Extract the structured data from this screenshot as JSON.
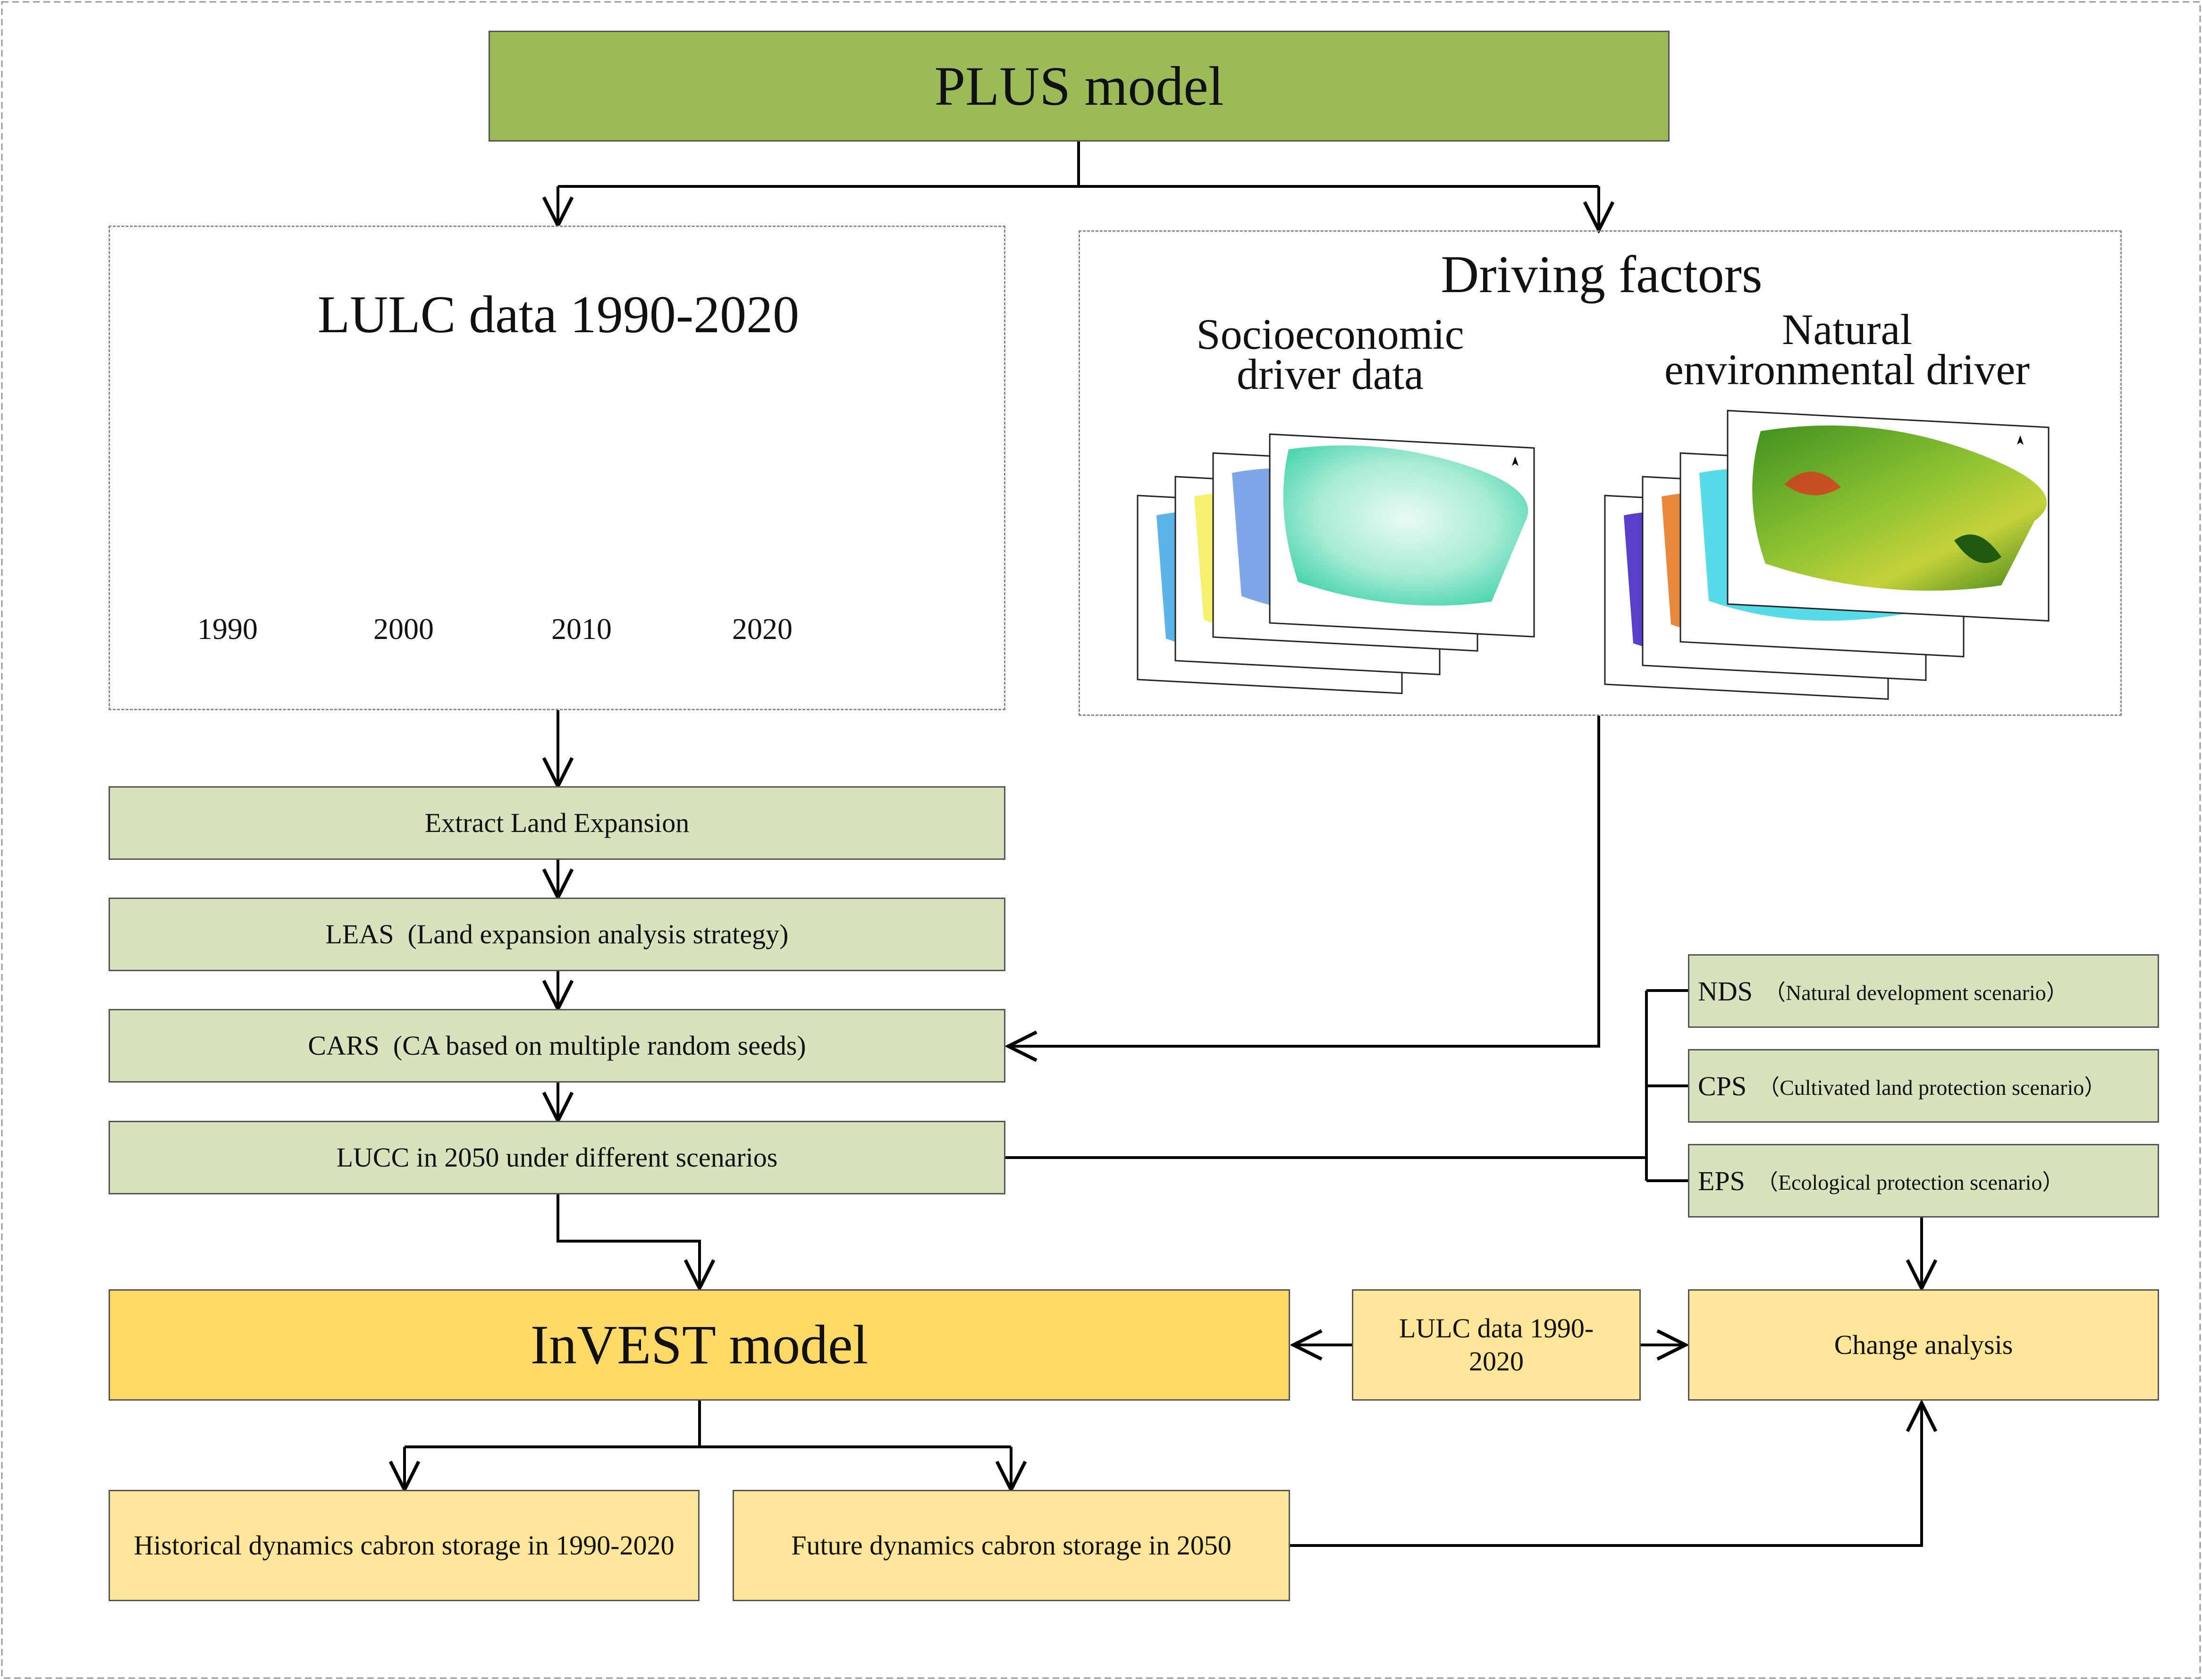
{
  "plus": {
    "title": "PLUS model"
  },
  "lulc": {
    "title": "LULC data 1990-2020",
    "years": [
      "1990",
      "2000",
      "2010",
      "2020"
    ]
  },
  "driving": {
    "title": "Driving factors",
    "socio": [
      "Socioeconomic",
      "driver data"
    ],
    "natural": [
      "Natural",
      "environmental driver"
    ]
  },
  "steps": [
    "Extract Land Expansion",
    "LEAS  (Land expansion analysis strategy)",
    "CARS  (CA based on multiple random seeds)",
    "LUCC in 2050 under different scenarios"
  ],
  "scenarios": [
    {
      "code": "NDS",
      "name": "（Natural development scenario）"
    },
    {
      "code": "CPS",
      "name": "（Cultivated land protection scenario）"
    },
    {
      "code": "EPS",
      "name": "（Ecological protection scenario）"
    }
  ],
  "invest": {
    "title": "InVEST model"
  },
  "lulc_small": "LULC data 1990-2020",
  "change": "Change analysis",
  "historical": "Historical dynamics cabron storage in 1990-2020",
  "future": "Future dynamics cabron storage in 2050",
  "colors": {
    "plus": "#9bbb59",
    "step": "#d6e3bc",
    "invest": "#ffd966",
    "output": "#ffe699",
    "builtup": "#e8261c",
    "forest": "#4ca22a",
    "cropland": "#f2dfb4",
    "water": "#cfeaf2"
  }
}
